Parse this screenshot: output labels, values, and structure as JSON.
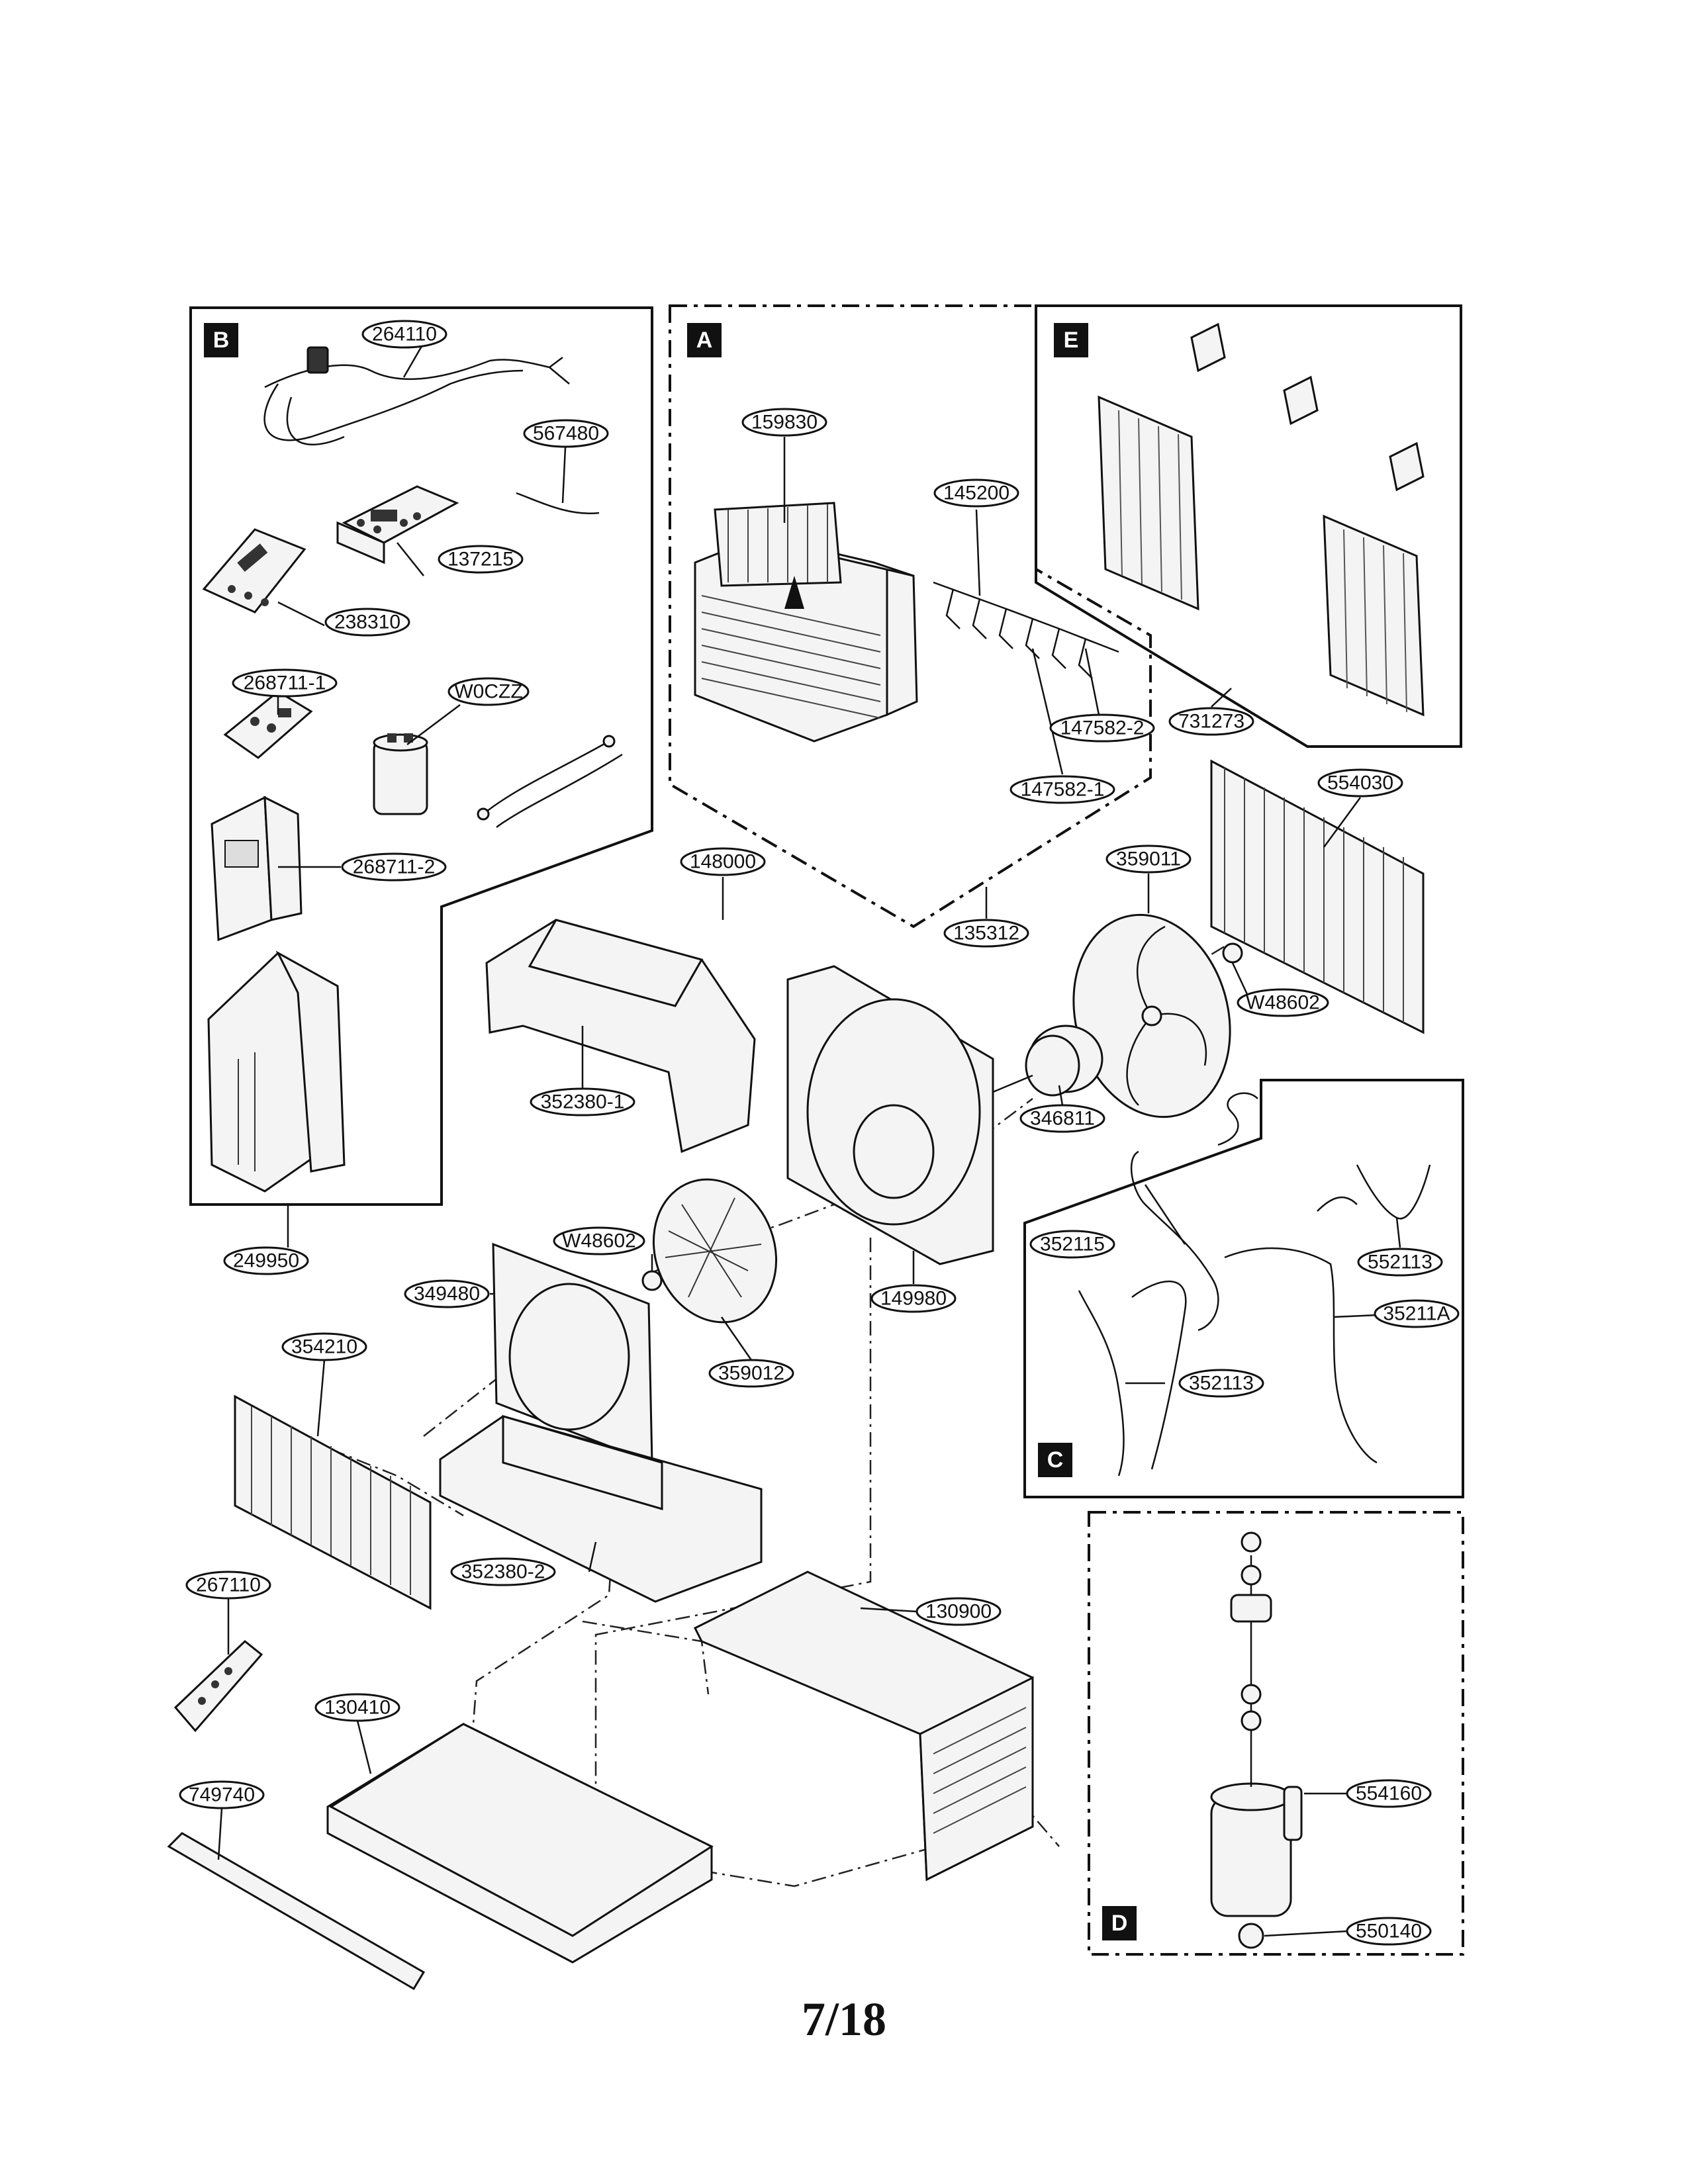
{
  "sections": {
    "a": "A",
    "b": "B",
    "c": "C",
    "d": "D",
    "e": "E"
  },
  "parts": {
    "p264110": "264110",
    "p567480": "567480",
    "p137215": "137215",
    "p238310": "238310",
    "p268711_1": "268711-1",
    "pW0CZZ": "W0CZZ",
    "p268711_2": "268711-2",
    "p249950": "249950",
    "p159830": "159830",
    "p145200": "145200",
    "p147582_2": "147582-2",
    "p147582_1": "147582-1",
    "p135312": "135312",
    "p731273": "731273",
    "p554030": "554030",
    "p148000": "148000",
    "p359011": "359011",
    "pW48602_a": "W48602",
    "p352380_1": "352380-1",
    "p346811": "346811",
    "pW48602_b": "W48602",
    "p349480": "349480",
    "p359012": "359012",
    "p149980": "149980",
    "p352115": "352115",
    "p552113": "552113",
    "p35211A": "35211A",
    "p352113": "352113",
    "p354210": "354210",
    "p352380_2": "352380-2",
    "p267110": "267110",
    "p130900": "130900",
    "p130410": "130410",
    "p749740": "749740",
    "p554160": "554160",
    "p550140": "550140"
  },
  "page_number": "7/18"
}
